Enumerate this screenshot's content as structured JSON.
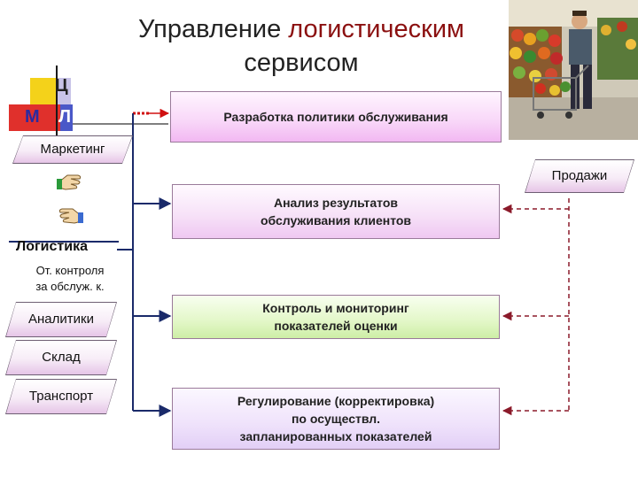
{
  "title": {
    "line1_a": "Управление ",
    "line1_b": "логистическим",
    "line2": "сервисом"
  },
  "logo": {
    "c": "Ц",
    "m": "М",
    "l": "Л"
  },
  "left": {
    "marketing": "Маркетинг",
    "logistika": "Логистика",
    "control_line1": "От. контроля",
    "control_line2": "за обслуж. к.",
    "analytics": "Аналитики",
    "warehouse": "Склад",
    "transport": "Транспорт"
  },
  "sales": "Продажи",
  "boxes": [
    {
      "line1": "Разработка политики обслуживания",
      "line2": "",
      "line3": ""
    },
    {
      "line1": "Анализ результатов",
      "line2": "обслуживания клиентов",
      "line3": ""
    },
    {
      "line1": "Контроль и мониторинг",
      "line2": "показателей оценки",
      "line3": ""
    },
    {
      "line1": "Регулирование (корректировка)",
      "line2": "по осуществл.",
      "line3": "запланированных показателей"
    }
  ],
  "colors": {
    "title_accent": "#8b1010",
    "arrow": "#1a2a6a",
    "dashed_arrow": "#8b1a2a",
    "marker_red": "#d01010"
  },
  "icons": [
    "hand-pointing-icon-upper",
    "hand-pointing-icon-lower",
    "shopping-photo"
  ]
}
